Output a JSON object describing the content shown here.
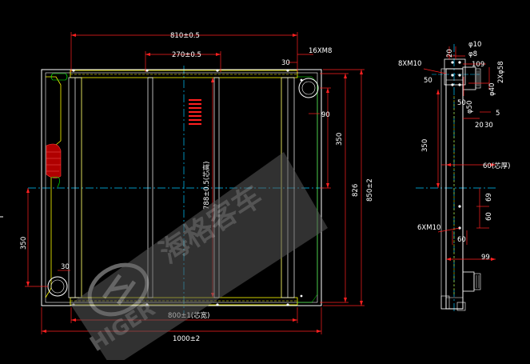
{
  "front_view": {
    "dim_width_top": "810±0.5",
    "dim_mount_spacing": "270±0.5",
    "dim_hole_offset": "30",
    "dim_thread": "16XM8",
    "dim_right_offset": "90",
    "dim_right_inner": "350",
    "dim_height_inner": "826",
    "dim_height_total": "850±2",
    "dim_core_height": "788±0.5(芯高)",
    "dim_left_bottom": "350",
    "dim_bottom_offset": "30",
    "dim_core_width": "800±1(芯宽)",
    "dim_total_width": "1000±2"
  },
  "side_view": {
    "dim_d10": "φ10",
    "dim_d8": "φ8",
    "dim_20": "20",
    "dim_109": "109",
    "dim_2xd58": "2Xφ58",
    "dim_thread_top": "8XM10",
    "dim_50a": "50",
    "dim_50b": "50",
    "dim_d50": "φ50",
    "dim_d40": "φ40",
    "dim_20b": "20",
    "dim_30": "30",
    "dim_5": "5",
    "dim_350": "350",
    "dim_60": "60(芯厚)",
    "dim_69": "69",
    "dim_60b": "60",
    "dim_thread_mid": "6XM10",
    "dim_60c": "60",
    "dim_99": "99"
  },
  "watermark": {
    "brand_cn": "海格客车",
    "brand_en": "HIGER"
  }
}
